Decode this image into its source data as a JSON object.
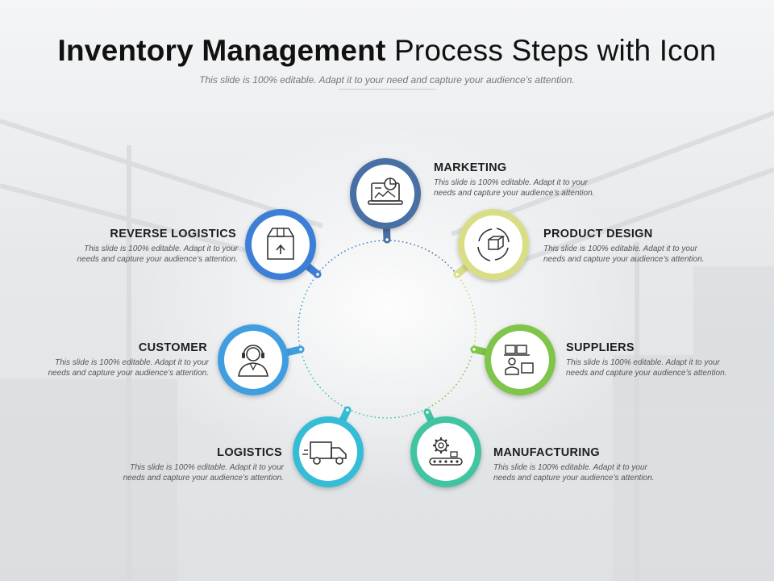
{
  "title": {
    "bold": "Inventory Management",
    "light": "Process Steps with Icon"
  },
  "subtitle": "This slide is 100% editable. Adapt it to your need and capture your audience’s attention.",
  "steps": [
    {
      "name": "marketing",
      "label": "MARKETING",
      "desc_line1": "This slide is 100% editable. Adapt it to your",
      "desc_line2": "needs and capture your audience’s attention.",
      "color": "#4a6fa5",
      "icon": "laptop-chart-icon"
    },
    {
      "name": "product-design",
      "label": "PRODUCT DESIGN",
      "desc_line1": "This slide is 100% editable. Adapt it to your",
      "desc_line2": "needs and capture your audience’s attention.",
      "color": "#d9de86",
      "icon": "box-cycle-icon"
    },
    {
      "name": "suppliers",
      "label": "SUPPLIERS",
      "desc_line1": "This slide is 100% editable. Adapt it to your",
      "desc_line2": "needs and capture your audience’s attention.",
      "color": "#7ec54a",
      "icon": "worker-boxes-icon"
    },
    {
      "name": "manufacturing",
      "label": "MANUFACTURING",
      "desc_line1": "This slide is 100% editable. Adapt it to your",
      "desc_line2": "needs and capture your audience’s attention.",
      "color": "#3fc4a2",
      "icon": "gear-conveyor-icon"
    },
    {
      "name": "logistics",
      "label": "LOGISTICS",
      "desc_line1": "This slide is 100% editable. Adapt it to your",
      "desc_line2": "needs and capture your audience’s attention.",
      "color": "#35bcd6",
      "icon": "truck-icon"
    },
    {
      "name": "customer",
      "label": "CUSTOMER",
      "desc_line1": "This slide is 100% editable. Adapt it to your",
      "desc_line2": "needs and capture your audience’s attention.",
      "color": "#3f9ee0",
      "icon": "headset-person-icon"
    },
    {
      "name": "reverse-logistics",
      "label": "REVERSE LOGISTICS",
      "desc_line1": "This slide is 100% editable. Adapt it to your",
      "desc_line2": "needs and capture your audience’s attention.",
      "color": "#3e7fd6",
      "icon": "return-box-icon"
    }
  ]
}
